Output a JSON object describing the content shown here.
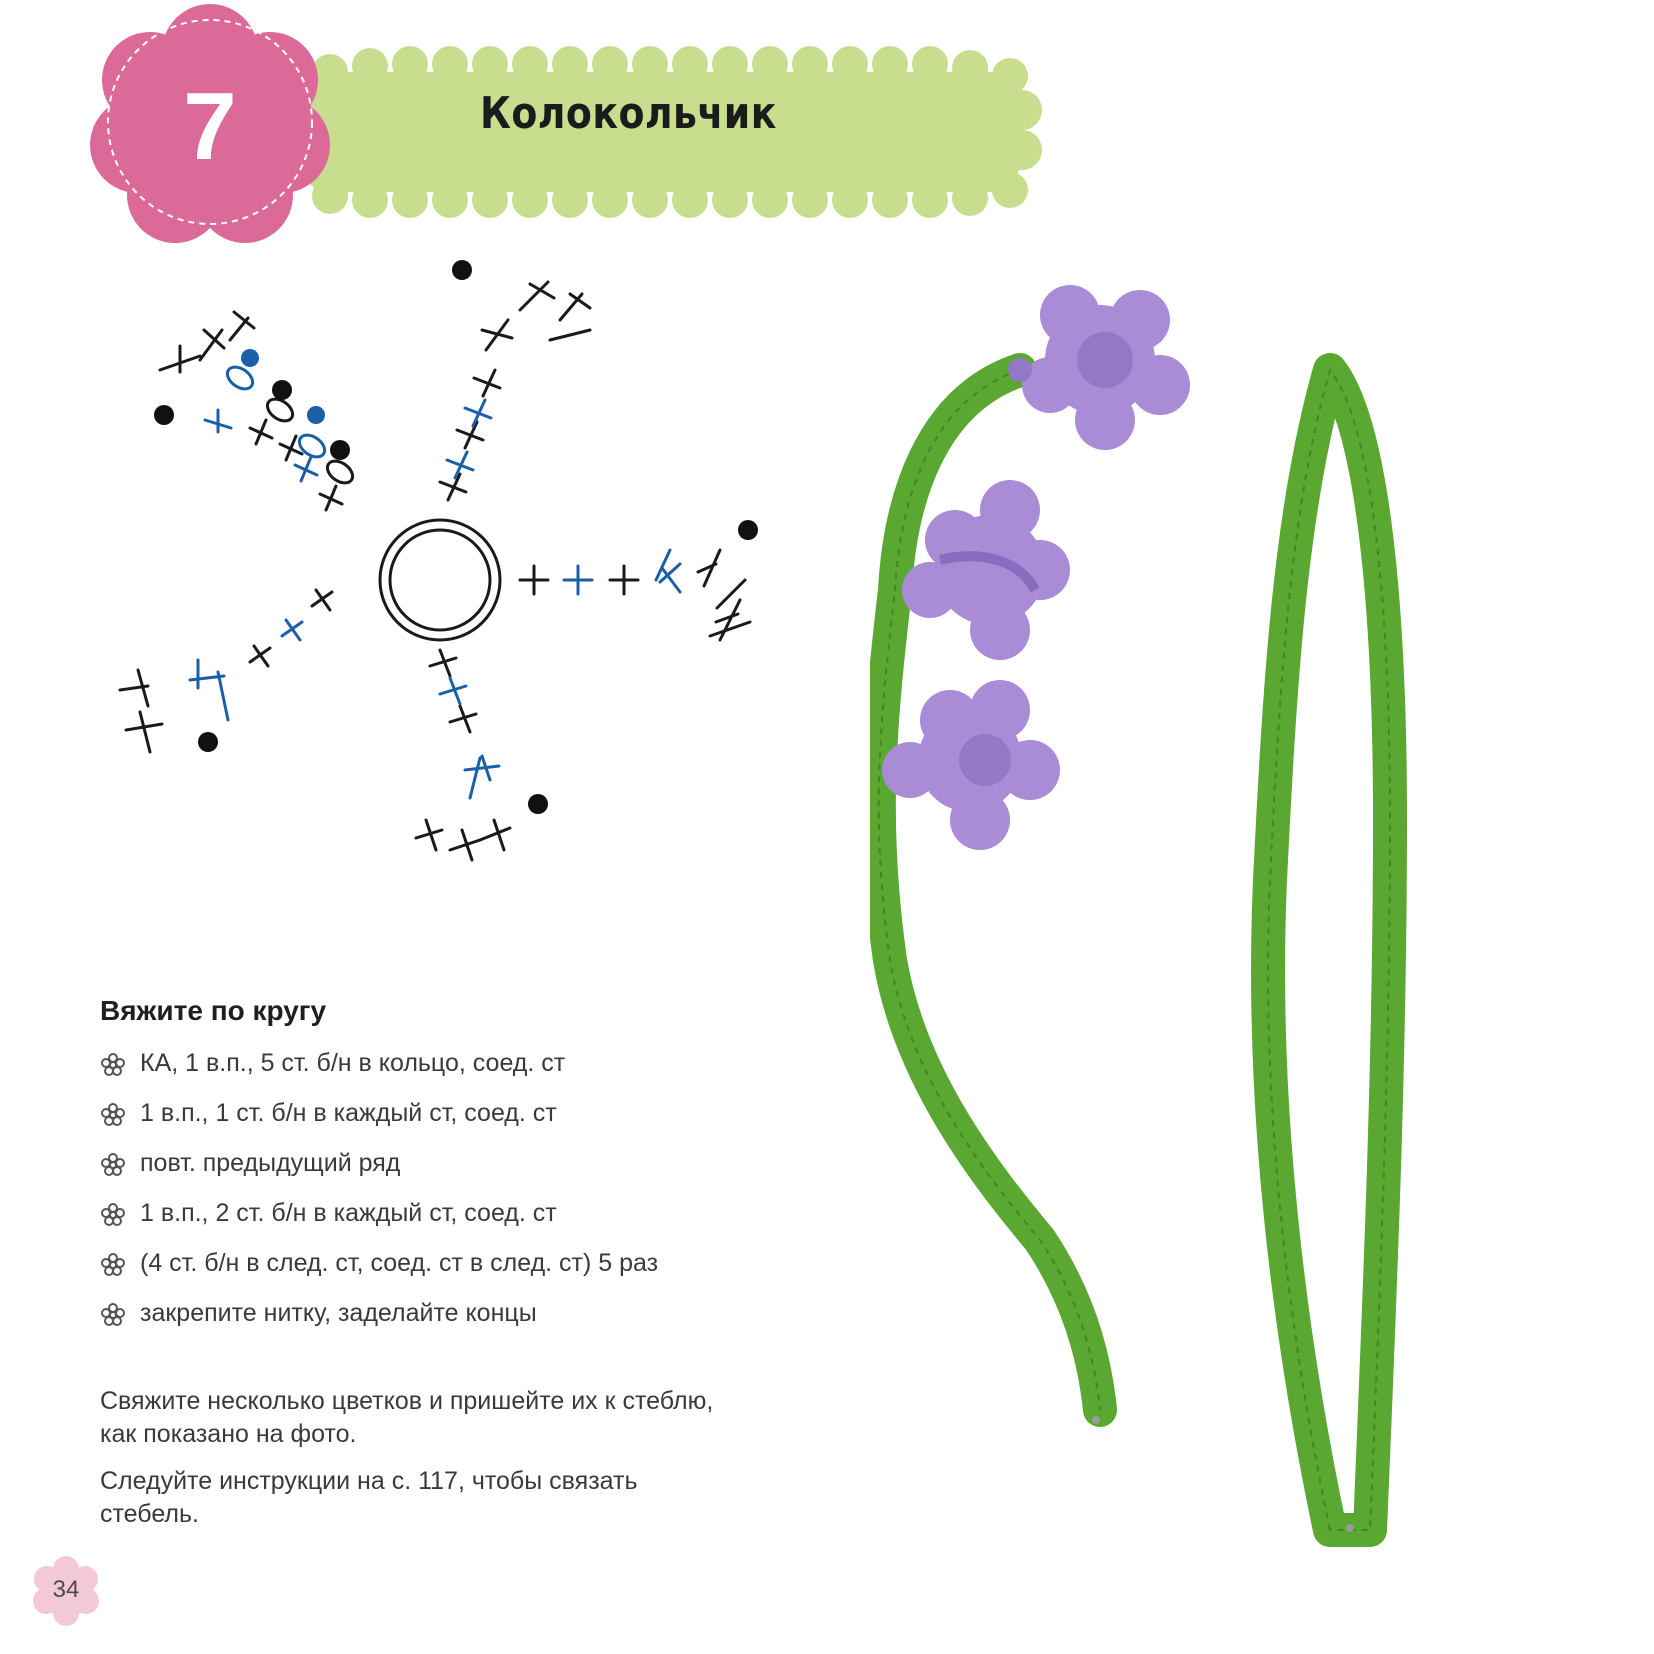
{
  "header": {
    "number": "7",
    "title": "Колокольчик"
  },
  "instructions": {
    "heading": "Вяжите по кругу",
    "steps": [
      "КА, 1 в.п., 5 ст. б/н в кольцо, соед. ст",
      "1 в.п., 1 ст. б/н в каждый ст, соед. ст",
      "повт. предыдущий ряд",
      "1 в.п., 2 ст. б/н в каждый ст, соед. ст",
      "(4 ст. б/н в след. ст, соед. ст в след. ст) 5 раз",
      "закрепите нитку, заделайте концы"
    ],
    "note_1": "Свяжите несколько цветков и пришейте их к стеблю, как показано на фото.",
    "note_2": "Следуйте инструкции на с. 117, чтобы связать стебель."
  },
  "footer": {
    "page_number": "34"
  },
  "colors": {
    "pink_badge": "#dc6a98",
    "green_banner": "#c8dd8e",
    "diagram_black": "#1a1a1a",
    "diagram_blue": "#1a5fa8",
    "stem_green": "#5aa832",
    "flower_purple": "#a98bd6",
    "page_badge_pink": "#f4c9d6"
  },
  "icons": {
    "bullet": "flower-bullet-icon"
  }
}
